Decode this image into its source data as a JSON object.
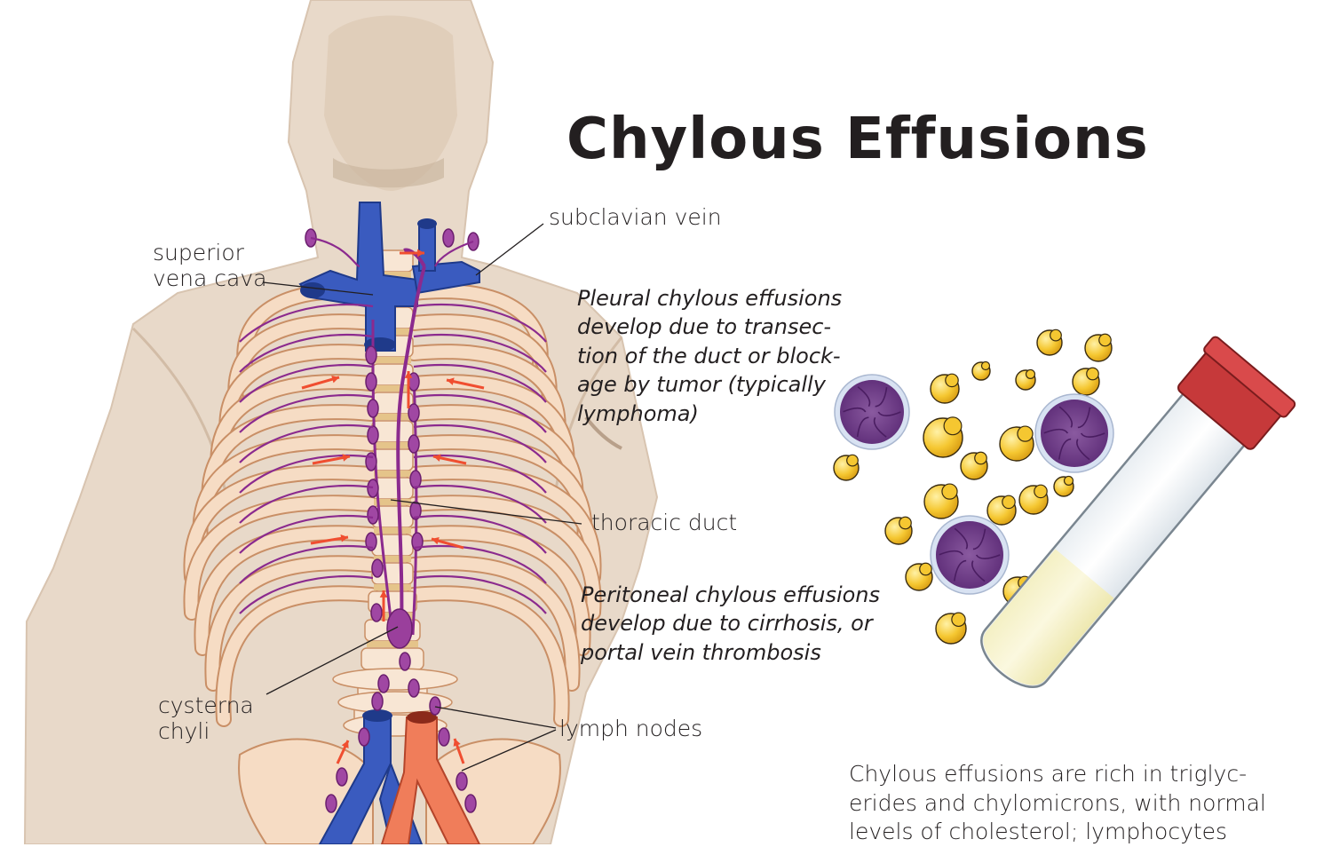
{
  "title": "Chylous Effusions",
  "labels": {
    "subclavian_vein": "subclavian vein",
    "superior_vena_cava": "superior\nvena cava",
    "thoracic_duct": "thoracic duct",
    "cisterna_chyli": "cysterna\nchyli",
    "lymph_nodes": "lymph nodes"
  },
  "notes": {
    "pleural": "Pleural chylous effusions\ndevelop due to transec-\ntion of the duct or block-\nage by tumor (typically\nlymphoma)",
    "peritoneal": "Peritoneal chylous effusions\ndevelop due to cirrhosis, or\nportal vein thrombosis",
    "composition": "Chylous effusions are rich in triglyc-\nerides and chylomicrons, with normal\nlevels of cholesterol; lymphocytes"
  },
  "colors": {
    "skin": "#e8d8c8",
    "rib": "#f6dcc4",
    "rib_outline": "#c98f66",
    "lymph": "#8b2a8e",
    "vein": "#3a5bbf",
    "artery": "#f07d5a",
    "arrow": "#f04e30",
    "fat_droplet": "#f5c731",
    "lymphocyte": "#6f3a86",
    "tube_cap": "#c6393a"
  }
}
